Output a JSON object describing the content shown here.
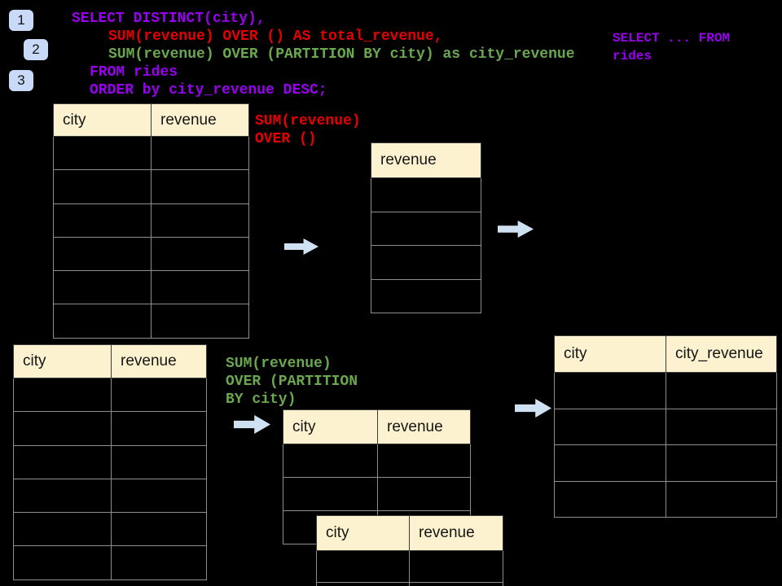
{
  "slide": {
    "background": "#000000",
    "step_badges": [
      {
        "label": "1"
      },
      {
        "label": "2"
      },
      {
        "label": "3"
      }
    ],
    "sql": {
      "lines": [
        {
          "text": "SELECT DISTINCT(city),",
          "color": "#9900F0"
        },
        {
          "text": "SUM(revenue) OVER () AS total_revenue,",
          "color": "#E60000"
        },
        {
          "text": "SUM(revenue) OVER (PARTITION BY city) as city_revenue",
          "color": "#6AA84F"
        },
        {
          "text": "FROM rides",
          "color": "#9900F0"
        },
        {
          "text": "ORDER by city_revenue DESC;",
          "color": "#9900F0"
        }
      ]
    },
    "side_note": {
      "line1": "SELECT ... FROM",
      "line2": "rides",
      "color": "#9900F0"
    },
    "annotations": {
      "total_revenue_label": {
        "line1": "SUM(revenue)",
        "line2": "OVER ()",
        "color": "#E60000"
      },
      "partition_label": {
        "line1": "SUM(revenue)",
        "line2": "OVER (PARTITION",
        "line3": "BY city)",
        "color": "#6AA84F"
      }
    },
    "tables": {
      "source_full": {
        "headers": [
          "city",
          "revenue"
        ]
      },
      "total_result": {
        "headers": [
          "revenue"
        ]
      },
      "source_partition": {
        "headers": [
          "city",
          "revenue"
        ]
      },
      "partition_group_a": {
        "headers": [
          "city",
          "revenue"
        ]
      },
      "partition_group_b": {
        "headers": [
          "city",
          "revenue"
        ]
      },
      "final_result": {
        "headers": [
          "city",
          "city_revenue"
        ]
      }
    },
    "colors": {
      "header_fill": "#FCF2CF",
      "arrow_fill": "#CFE2F3",
      "badge_fill": "#C9DAF8",
      "cell_border": "#8F8F8F",
      "header_border": "#3A3A3A",
      "sql_purple": "#9900F0",
      "sql_red": "#E60000",
      "sql_green": "#6AA84F"
    }
  }
}
